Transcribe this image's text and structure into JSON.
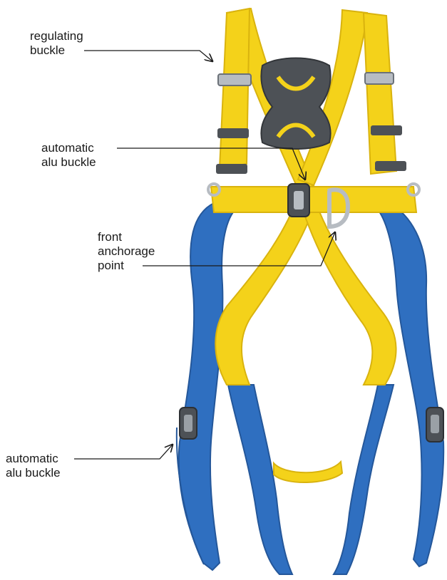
{
  "colors": {
    "webbing_yellow": "#f4d21a",
    "webbing_yellow_shade": "#d9b30e",
    "webbing_blue": "#2f6fc0",
    "webbing_blue_shade": "#24579a",
    "buckle_grey": "#4d5156",
    "metal": "#b7bcc2"
  },
  "annotations": [
    {
      "lines": [
        "regulating",
        "buckle"
      ]
    },
    {
      "lines": [
        "automatic",
        "alu buckle"
      ]
    },
    {
      "lines": [
        "front",
        "anchorage",
        "point"
      ]
    },
    {
      "lines": [
        "automatic",
        "alu buckle"
      ]
    }
  ]
}
